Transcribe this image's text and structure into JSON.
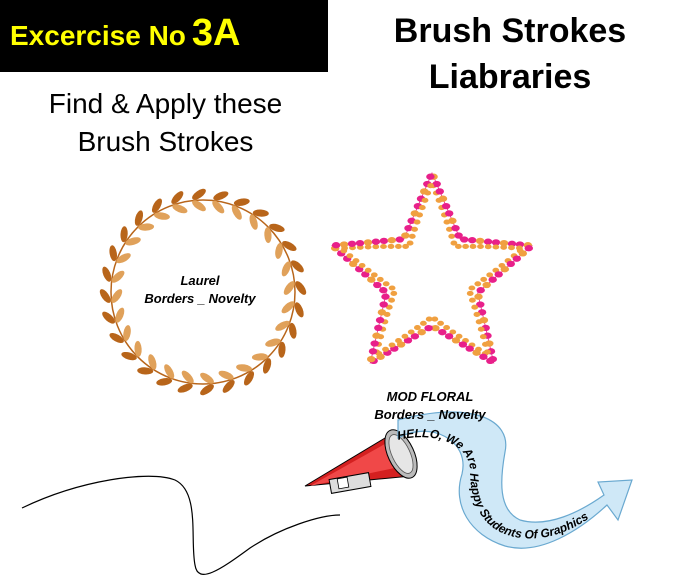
{
  "header": {
    "exercise_label": "Excercise No",
    "exercise_number": "3A"
  },
  "heading": {
    "line1": "Brush Strokes",
    "line2": "Liabraries"
  },
  "instructions": {
    "line1": "Find & Apply these",
    "line2": "Brush Strokes"
  },
  "laurel": {
    "line1": "Laurel",
    "line2": "Borders _ Novelty"
  },
  "floral": {
    "line1": "MOD FLORAL",
    "line2": "Borders _ Novelty"
  },
  "banner": {
    "text": "HELLO, We Are Happy Students Of Graphics"
  },
  "colors": {
    "title_bg": "#000000",
    "title_text": "#ffff00",
    "laurel_dark": "#b8651a",
    "laurel_light": "#e0a15a",
    "floral_pink": "#e8208a",
    "floral_orange": "#f0a040",
    "banner_fill": "#cfe8f7",
    "megaphone_red": "#d42020"
  }
}
